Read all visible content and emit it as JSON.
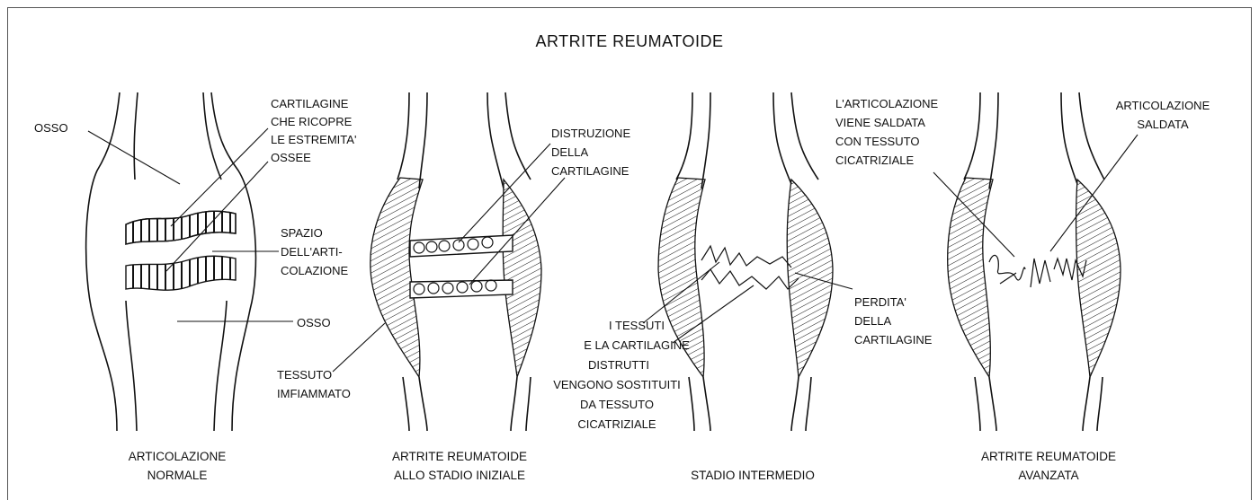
{
  "title": "ARTRITE REUMATOIDE",
  "labels": {
    "osso_top": "OSSO",
    "cartilagine": [
      "CARTILAGINE",
      "CHE RICOPRE",
      "LE ESTREMITA'",
      "OSSEE"
    ],
    "spazio": [
      "SPAZIO",
      "DELL'ARTI-",
      "COLAZIONE"
    ],
    "osso_bottom": "OSSO",
    "tessuto": [
      "TESSUTO",
      "IMFIAMMATO"
    ],
    "distruzione": [
      "DISTRUZIONE",
      "DELLA",
      "CARTILAGINE"
    ],
    "perdita": [
      "PERDITA'",
      "DELLA",
      "CARTILAGINE"
    ],
    "tessuti": [
      "I TESSUTI",
      "E LA CARTILAGINE",
      "DISTRUTTI",
      "VENGONO SOSTITUITI",
      "DA TESSUTO",
      "CICATRIZIALE"
    ],
    "saldata_desc": [
      "L'ARTICOLAZIONE",
      "VIENE SALDATA",
      "CON TESSUTO",
      "CICATRIZIALE"
    ],
    "saldata": [
      "ARTICOLAZIONE",
      "SALDATA"
    ]
  },
  "captions": [
    [
      "ARTICOLAZIONE",
      "NORMALE"
    ],
    [
      "ARTRITE REUMATOIDE",
      "ALLO STADIO INIZIALE"
    ],
    [
      "STADIO INTERMEDIO"
    ],
    [
      "ARTRITE REUMATOIDE",
      "AVANZATA"
    ]
  ]
}
